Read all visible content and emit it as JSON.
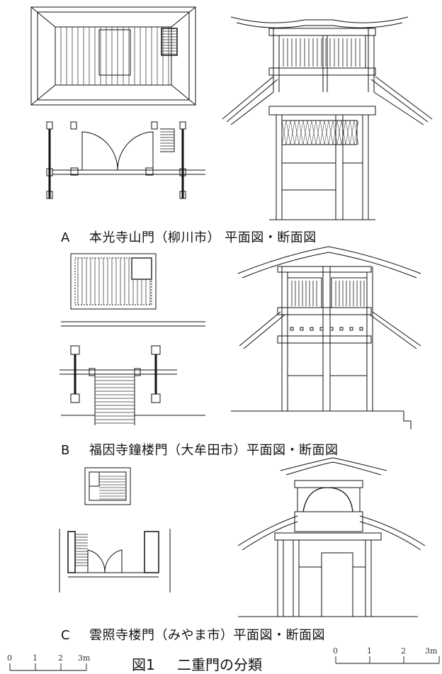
{
  "figure": {
    "number": "図1",
    "title": "二重門の分類"
  },
  "panels": [
    {
      "letter": "A",
      "caption": "本光寺山門（柳川市） 平面図・断面図"
    },
    {
      "letter": "B",
      "caption": "福因寺鐘楼門（大牟田市）平面図・断面図"
    },
    {
      "letter": "C",
      "caption": "雲照寺楼門（みやま市）平面図・断面図"
    }
  ],
  "scale_left": {
    "labels": [
      "0",
      "1",
      "2",
      "3m"
    ]
  },
  "scale_right": {
    "labels": [
      "0",
      "1",
      "2",
      "3m"
    ]
  }
}
